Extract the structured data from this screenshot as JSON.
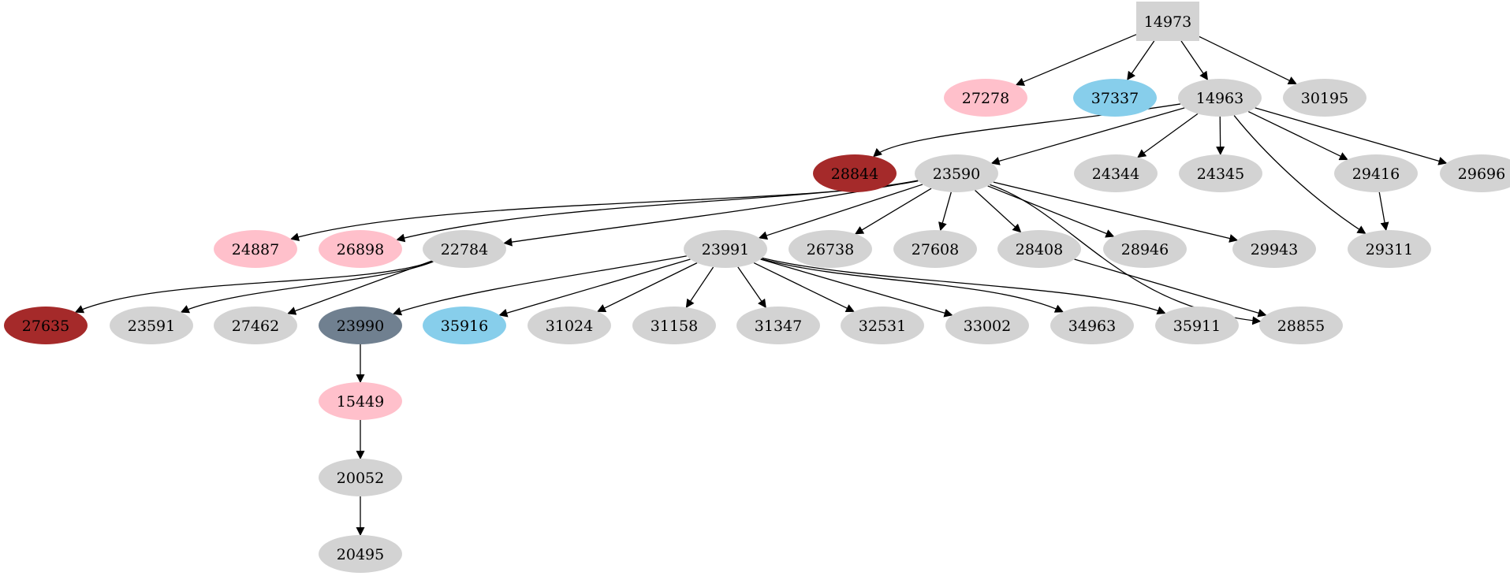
{
  "colors": {
    "default": "#d3d3d3",
    "pink": "#ffc0cb",
    "skyblue": "#87ceeb",
    "darkred": "#a52a2a",
    "slategray": "#708090"
  },
  "nodes": [
    {
      "id": "14973",
      "label": "14973",
      "shape": "box",
      "color": "#d3d3d3"
    },
    {
      "id": "27278",
      "label": "27278",
      "shape": "ellipse",
      "color": "#ffc0cb"
    },
    {
      "id": "37337",
      "label": "37337",
      "shape": "ellipse",
      "color": "#87ceeb"
    },
    {
      "id": "14963",
      "label": "14963",
      "shape": "ellipse",
      "color": "#d3d3d3"
    },
    {
      "id": "30195",
      "label": "30195",
      "shape": "ellipse",
      "color": "#d3d3d3"
    },
    {
      "id": "28844",
      "label": "28844",
      "shape": "ellipse",
      "color": "#a52a2a"
    },
    {
      "id": "23590",
      "label": "23590",
      "shape": "ellipse",
      "color": "#d3d3d3"
    },
    {
      "id": "24344",
      "label": "24344",
      "shape": "ellipse",
      "color": "#d3d3d3"
    },
    {
      "id": "24345",
      "label": "24345",
      "shape": "ellipse",
      "color": "#d3d3d3"
    },
    {
      "id": "29416",
      "label": "29416",
      "shape": "ellipse",
      "color": "#d3d3d3"
    },
    {
      "id": "29696",
      "label": "29696",
      "shape": "ellipse",
      "color": "#d3d3d3"
    },
    {
      "id": "24887",
      "label": "24887",
      "shape": "ellipse",
      "color": "#ffc0cb"
    },
    {
      "id": "26898",
      "label": "26898",
      "shape": "ellipse",
      "color": "#ffc0cb"
    },
    {
      "id": "22784",
      "label": "22784",
      "shape": "ellipse",
      "color": "#d3d3d3"
    },
    {
      "id": "23991",
      "label": "23991",
      "shape": "ellipse",
      "color": "#d3d3d3"
    },
    {
      "id": "26738",
      "label": "26738",
      "shape": "ellipse",
      "color": "#d3d3d3"
    },
    {
      "id": "27608",
      "label": "27608",
      "shape": "ellipse",
      "color": "#d3d3d3"
    },
    {
      "id": "28408",
      "label": "28408",
      "shape": "ellipse",
      "color": "#d3d3d3"
    },
    {
      "id": "28946",
      "label": "28946",
      "shape": "ellipse",
      "color": "#d3d3d3"
    },
    {
      "id": "29943",
      "label": "29943",
      "shape": "ellipse",
      "color": "#d3d3d3"
    },
    {
      "id": "29311",
      "label": "29311",
      "shape": "ellipse",
      "color": "#d3d3d3"
    },
    {
      "id": "27635",
      "label": "27635",
      "shape": "ellipse",
      "color": "#a52a2a"
    },
    {
      "id": "23591",
      "label": "23591",
      "shape": "ellipse",
      "color": "#d3d3d3"
    },
    {
      "id": "27462",
      "label": "27462",
      "shape": "ellipse",
      "color": "#d3d3d3"
    },
    {
      "id": "23990",
      "label": "23990",
      "shape": "ellipse",
      "color": "#708090"
    },
    {
      "id": "35916",
      "label": "35916",
      "shape": "ellipse",
      "color": "#87ceeb"
    },
    {
      "id": "31024",
      "label": "31024",
      "shape": "ellipse",
      "color": "#d3d3d3"
    },
    {
      "id": "31158",
      "label": "31158",
      "shape": "ellipse",
      "color": "#d3d3d3"
    },
    {
      "id": "31347",
      "label": "31347",
      "shape": "ellipse",
      "color": "#d3d3d3"
    },
    {
      "id": "32531",
      "label": "32531",
      "shape": "ellipse",
      "color": "#d3d3d3"
    },
    {
      "id": "33002",
      "label": "33002",
      "shape": "ellipse",
      "color": "#d3d3d3"
    },
    {
      "id": "34963",
      "label": "34963",
      "shape": "ellipse",
      "color": "#d3d3d3"
    },
    {
      "id": "35911",
      "label": "35911",
      "shape": "ellipse",
      "color": "#d3d3d3"
    },
    {
      "id": "28855",
      "label": "28855",
      "shape": "ellipse",
      "color": "#d3d3d3"
    },
    {
      "id": "15449",
      "label": "15449",
      "shape": "ellipse",
      "color": "#ffc0cb"
    },
    {
      "id": "20052",
      "label": "20052",
      "shape": "ellipse",
      "color": "#d3d3d3"
    },
    {
      "id": "20495",
      "label": "20495",
      "shape": "ellipse",
      "color": "#d3d3d3"
    }
  ],
  "edges": [
    {
      "from": "14973",
      "to": "27278"
    },
    {
      "from": "14973",
      "to": "37337"
    },
    {
      "from": "14973",
      "to": "14963"
    },
    {
      "from": "14973",
      "to": "30195"
    },
    {
      "from": "14963",
      "to": "28844"
    },
    {
      "from": "14963",
      "to": "23590"
    },
    {
      "from": "14963",
      "to": "24344"
    },
    {
      "from": "14963",
      "to": "24345"
    },
    {
      "from": "14963",
      "to": "29416"
    },
    {
      "from": "14963",
      "to": "29696"
    },
    {
      "from": "14963",
      "to": "29311"
    },
    {
      "from": "29416",
      "to": "29311"
    },
    {
      "from": "23590",
      "to": "24887"
    },
    {
      "from": "23590",
      "to": "26898"
    },
    {
      "from": "23590",
      "to": "22784"
    },
    {
      "from": "23590",
      "to": "23991"
    },
    {
      "from": "23590",
      "to": "26738"
    },
    {
      "from": "23590",
      "to": "27608"
    },
    {
      "from": "23590",
      "to": "28408"
    },
    {
      "from": "23590",
      "to": "28946"
    },
    {
      "from": "23590",
      "to": "29943"
    },
    {
      "from": "23590",
      "to": "28855"
    },
    {
      "from": "22784",
      "to": "27635"
    },
    {
      "from": "22784",
      "to": "23591"
    },
    {
      "from": "22784",
      "to": "27462"
    },
    {
      "from": "23991",
      "to": "23990"
    },
    {
      "from": "23991",
      "to": "35916"
    },
    {
      "from": "23991",
      "to": "31024"
    },
    {
      "from": "23991",
      "to": "31158"
    },
    {
      "from": "23991",
      "to": "31347"
    },
    {
      "from": "23991",
      "to": "32531"
    },
    {
      "from": "23991",
      "to": "33002"
    },
    {
      "from": "23991",
      "to": "34963"
    },
    {
      "from": "23991",
      "to": "35911"
    },
    {
      "from": "28408",
      "to": "28855"
    },
    {
      "from": "23990",
      "to": "15449"
    },
    {
      "from": "15449",
      "to": "20052"
    },
    {
      "from": "20052",
      "to": "20495"
    }
  ]
}
